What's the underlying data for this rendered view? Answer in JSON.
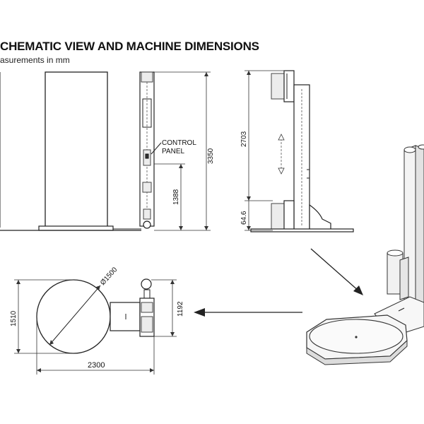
{
  "header": {
    "title": "CHEMATIC VIEW AND MACHINE DIMENSIONS",
    "subtitle": "asurements in mm"
  },
  "labels": {
    "control_panel_line1": "CONTROL",
    "control_panel_line2": "PANEL"
  },
  "dimensions": {
    "total_height": "3350",
    "panel_height": "1388",
    "mast_travel": "2703",
    "base_height": "64.6",
    "turntable_diameter": "Ø1500",
    "plan_depth": "1510",
    "column_depth": "1192",
    "plan_width": "2300"
  }
}
